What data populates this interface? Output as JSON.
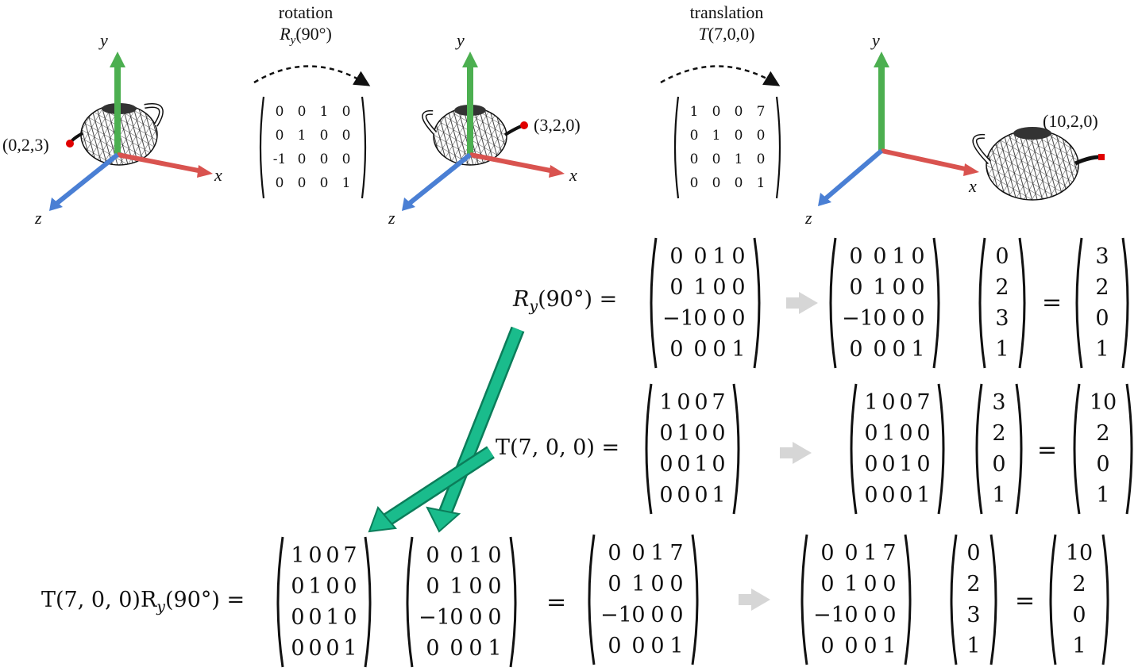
{
  "top": {
    "rotation_caption": "rotation",
    "rotation_symbol": "R",
    "rotation_sub": "y",
    "rotation_arg": "(90°)",
    "translation_caption": "translation",
    "translation_symbol": "T",
    "translation_arg": "(7,0,0)",
    "rotation_matrix": [
      [
        "0",
        "0",
        "1",
        "0"
      ],
      [
        "0",
        "1",
        "0",
        "0"
      ],
      [
        "-1",
        "0",
        "0",
        "0"
      ],
      [
        "0",
        "0",
        "0",
        "1"
      ]
    ],
    "translation_matrix": [
      [
        "1",
        "0",
        "0",
        "7"
      ],
      [
        "0",
        "1",
        "0",
        "0"
      ],
      [
        "0",
        "0",
        "1",
        "0"
      ],
      [
        "0",
        "0",
        "0",
        "1"
      ]
    ],
    "point_a": "(0,2,3)",
    "point_b": "(3,2,0)",
    "point_c": "(10,2,0)",
    "axis_x": "x",
    "axis_y": "y",
    "axis_z": "z"
  },
  "colors": {
    "x_axis": "#d9534f",
    "y_axis": "#4caf50",
    "z_axis": "#4a7fd4",
    "point": "#e00000",
    "arrow": "#1abc8c",
    "gray_arrow": "#d6d6d6"
  },
  "equations": {
    "ry_label": "R",
    "ry_sub": "y",
    "ry_arg": "(90°) =",
    "t_label": "T(7, 0, 0) =",
    "combined_label_t": "T(7, 0, 0)R",
    "combined_sub": "y",
    "combined_arg": "(90°) =",
    "equals": "=",
    "ry_matrix": [
      [
        "0",
        "0",
        "1",
        "0"
      ],
      [
        "0",
        "1",
        "0",
        "0"
      ],
      [
        "−1",
        "0",
        "0",
        "0"
      ],
      [
        "0",
        "0",
        "0",
        "1"
      ]
    ],
    "t_matrix": [
      [
        "1",
        "0",
        "0",
        "7"
      ],
      [
        "0",
        "1",
        "0",
        "0"
      ],
      [
        "0",
        "0",
        "1",
        "0"
      ],
      [
        "0",
        "0",
        "0",
        "1"
      ]
    ],
    "combined_matrix": [
      [
        "0",
        "0",
        "1",
        "7"
      ],
      [
        "0",
        "1",
        "0",
        "0"
      ],
      [
        "−1",
        "0",
        "0",
        "0"
      ],
      [
        "0",
        "0",
        "0",
        "1"
      ]
    ],
    "v_023": [
      "0",
      "2",
      "3",
      "1"
    ],
    "v_320": [
      "3",
      "2",
      "0",
      "1"
    ],
    "v_1020": [
      "10",
      "2",
      "0",
      "1"
    ]
  }
}
